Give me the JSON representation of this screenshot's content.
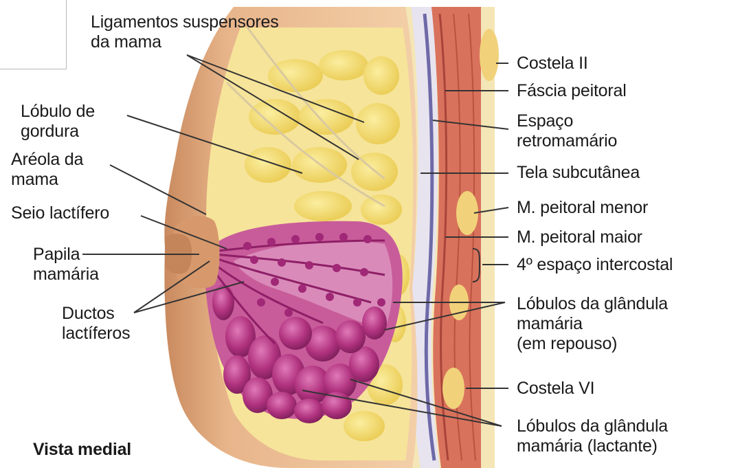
{
  "labels": {
    "ligamentos": "Ligamentos suspensores\nda mama",
    "lobulo_gordura": "Lóbulo de\ngordura",
    "areola": "Aréola da\nmama",
    "seio": "Seio lactífero",
    "papila": "Papila\nmamária",
    "ductos": "Ductos\nlactíferos",
    "vista": "Vista medial",
    "costela2": "Costela II",
    "fascia": "Fáscia peitoral",
    "espaco": "Espaço\nretromamário",
    "tela": "Tela subcutânea",
    "peitoral_menor": "M. peitoral menor",
    "peitoral_maior": "M. peitoral maior",
    "intercostal": "4º espaço intercostal",
    "lobulos_repouso": "Lóbulos da glândula\nmamária\n(em repouso)",
    "costela6": "Costela VI",
    "lobulos_lactante": "Lóbulos da glândula\nmamária (lactante)"
  },
  "colors": {
    "skin": "#e9b58c",
    "fat": "#f2dc6c",
    "gland": "#b0327e",
    "muscle": "#d9725c",
    "fascia": "#6e6aa8"
  }
}
